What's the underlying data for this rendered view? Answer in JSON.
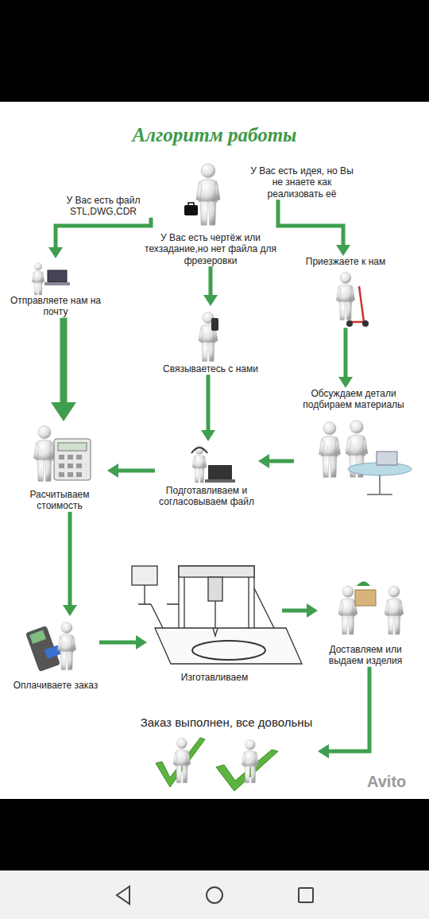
{
  "diagram": {
    "title": "Алгоритм работы",
    "nodes": [
      {
        "text": [
          "У Вас есть файл STL,DWG,CDR"
        ]
      },
      {
        "text": [
          "У Вас есть чертёж или техзадание,но нет файла для фрезеровки"
        ]
      },
      {
        "text": [
          "У Вас есть идея, но Вы не знаете как реализовать её"
        ]
      },
      {
        "text": [
          "Отправляете нам на почту"
        ]
      },
      {
        "text": [
          "Приезжаете к нам"
        ]
      },
      {
        "text": [
          "Связываетесь с нами"
        ]
      },
      {
        "text": [
          "Обсуждаем детали подбираем материалы"
        ]
      },
      {
        "text": [
          "Расчитываем стоимость"
        ]
      },
      {
        "text": [
          "Подготавливаем и согласовываем файл"
        ]
      },
      {
        "text": [
          "Оплачиваете заказ"
        ]
      },
      {
        "text": [
          "Изготавливаем"
        ]
      },
      {
        "text": [
          "Доставляем или выдаем изделия"
        ]
      },
      {
        "text": [
          "Заказ выполнен, все довольны"
        ]
      }
    ],
    "edges": [
      {
        "from": 0,
        "to": 3,
        "arrow": "to"
      },
      {
        "from": 1,
        "to": 5,
        "arrow": "to"
      },
      {
        "from": 2,
        "to": 4,
        "arrow": "to"
      },
      {
        "from": 3,
        "to": 7,
        "arrow": "to"
      },
      {
        "from": 4,
        "to": 6,
        "arrow": "to"
      },
      {
        "from": 5,
        "to": 8,
        "arrow": "to"
      },
      {
        "from": 6,
        "to": 8,
        "arrow": "to"
      },
      {
        "from": 8,
        "to": 7,
        "arrow": "to"
      },
      {
        "from": 7,
        "to": 9,
        "arrow": "to"
      },
      {
        "from": 9,
        "to": 10,
        "arrow": "to"
      },
      {
        "from": 10,
        "to": 11,
        "arrow": "to"
      },
      {
        "from": 11,
        "to": 12,
        "arrow": "to"
      }
    ],
    "labels": [
      "Avito"
    ]
  }
}
